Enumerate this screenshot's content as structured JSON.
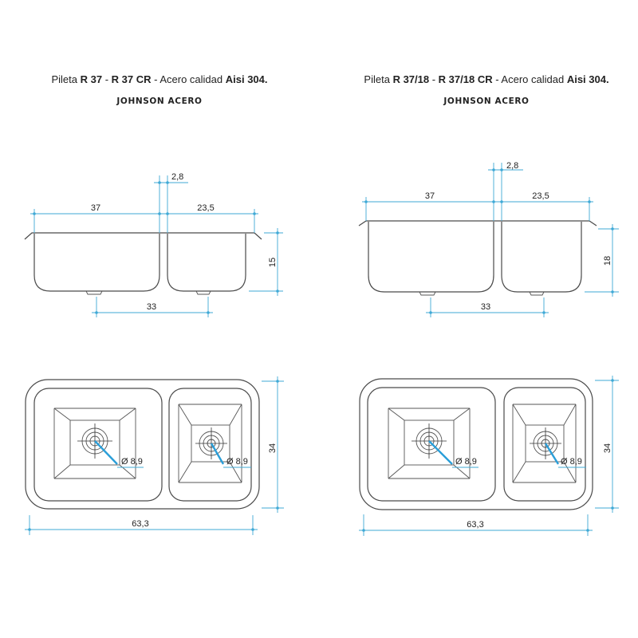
{
  "colors": {
    "dimension": "#3fa9d6",
    "outline": "#4a4a4a",
    "text": "#222222"
  },
  "panels": [
    {
      "title": {
        "prefix": "Pileta ",
        "model": "R 37",
        "sep": " - ",
        "model_cr": "R 37 CR",
        "mid": " - Acero calidad ",
        "steel": "Aisi 304."
      },
      "brand": "JOHNSON ACERO",
      "side_view": {
        "gap": "2,8",
        "big_width": "37",
        "small_width": "23,5",
        "depth": "15",
        "drain_spacing": "33"
      },
      "top_view": {
        "drain_big": "Ø 8,9",
        "drain_small": "Ø 8,9",
        "height": "34",
        "total_width": "63,3"
      }
    },
    {
      "title": {
        "prefix": "Pileta ",
        "model": "R 37/18",
        "sep": " - ",
        "model_cr": "R 37/18 CR",
        "mid": " - Acero calidad ",
        "steel": "Aisi 304."
      },
      "brand": "JOHNSON ACERO",
      "side_view": {
        "gap": "2,8",
        "big_width": "37",
        "small_width": "23,5",
        "depth": "18",
        "drain_spacing": "33"
      },
      "top_view": {
        "drain_big": "Ø 8,9",
        "drain_small": "Ø 8,9",
        "height": "34",
        "total_width": "63,3"
      }
    }
  ]
}
